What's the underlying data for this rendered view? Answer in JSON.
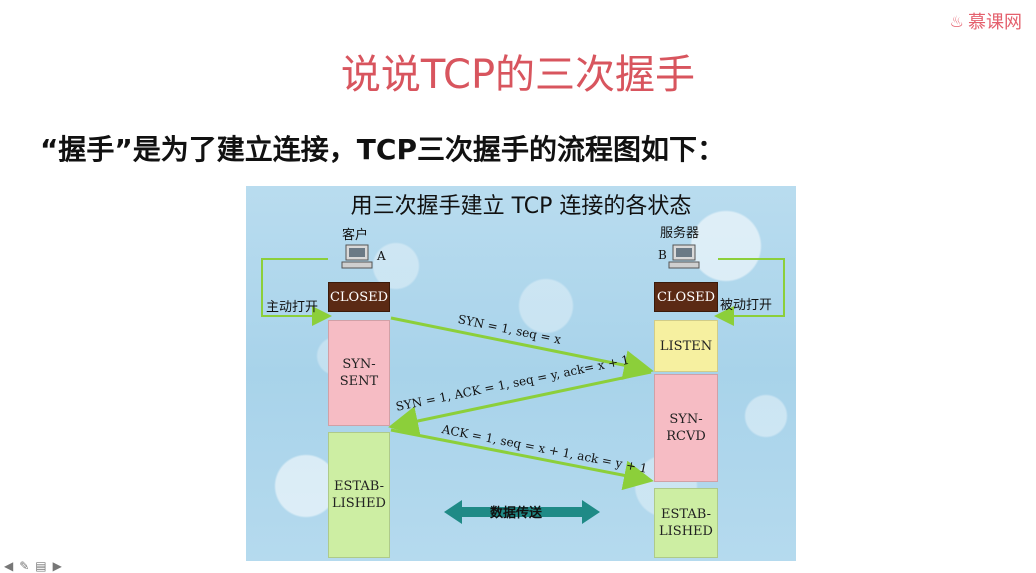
{
  "brand": {
    "icon": "flame-icon",
    "text": "慕课网"
  },
  "title": "说说TCP的三次握手",
  "subtitle": "“握手”是为了建立连接，TCP三次握手的流程图如下：",
  "diagram": {
    "title": "用三次握手建立 TCP 连接的各状态",
    "client": {
      "label": "客户",
      "letter": "A"
    },
    "server": {
      "label": "服务器",
      "letter": "B"
    },
    "client_open": "主动打开",
    "server_open": "被动打开",
    "client_states": [
      "CLOSED",
      "SYN-\nSENT",
      "ESTAB-\nLISHED"
    ],
    "server_states": [
      "CLOSED",
      "LISTEN",
      "SYN-\nRCVD",
      "ESTAB-\nLISHED"
    ],
    "messages": [
      "SYN = 1, seq = x",
      "SYN = 1, ACK = 1, seq = y, ack= x + 1",
      "ACK = 1, seq = x + 1, ack = y + 1"
    ],
    "data_transfer": "数据传送",
    "colors": {
      "closed": "#5b2a14",
      "syn_state": "#f6bcc4",
      "established": "#cdeea3",
      "listen": "#f6f0a0",
      "arrow": "#8ccf3a",
      "data_arrow": "#1f8a86"
    }
  },
  "toolbar": {
    "icons": [
      "prev-icon",
      "pen-icon",
      "menu-icon",
      "next-icon"
    ]
  }
}
